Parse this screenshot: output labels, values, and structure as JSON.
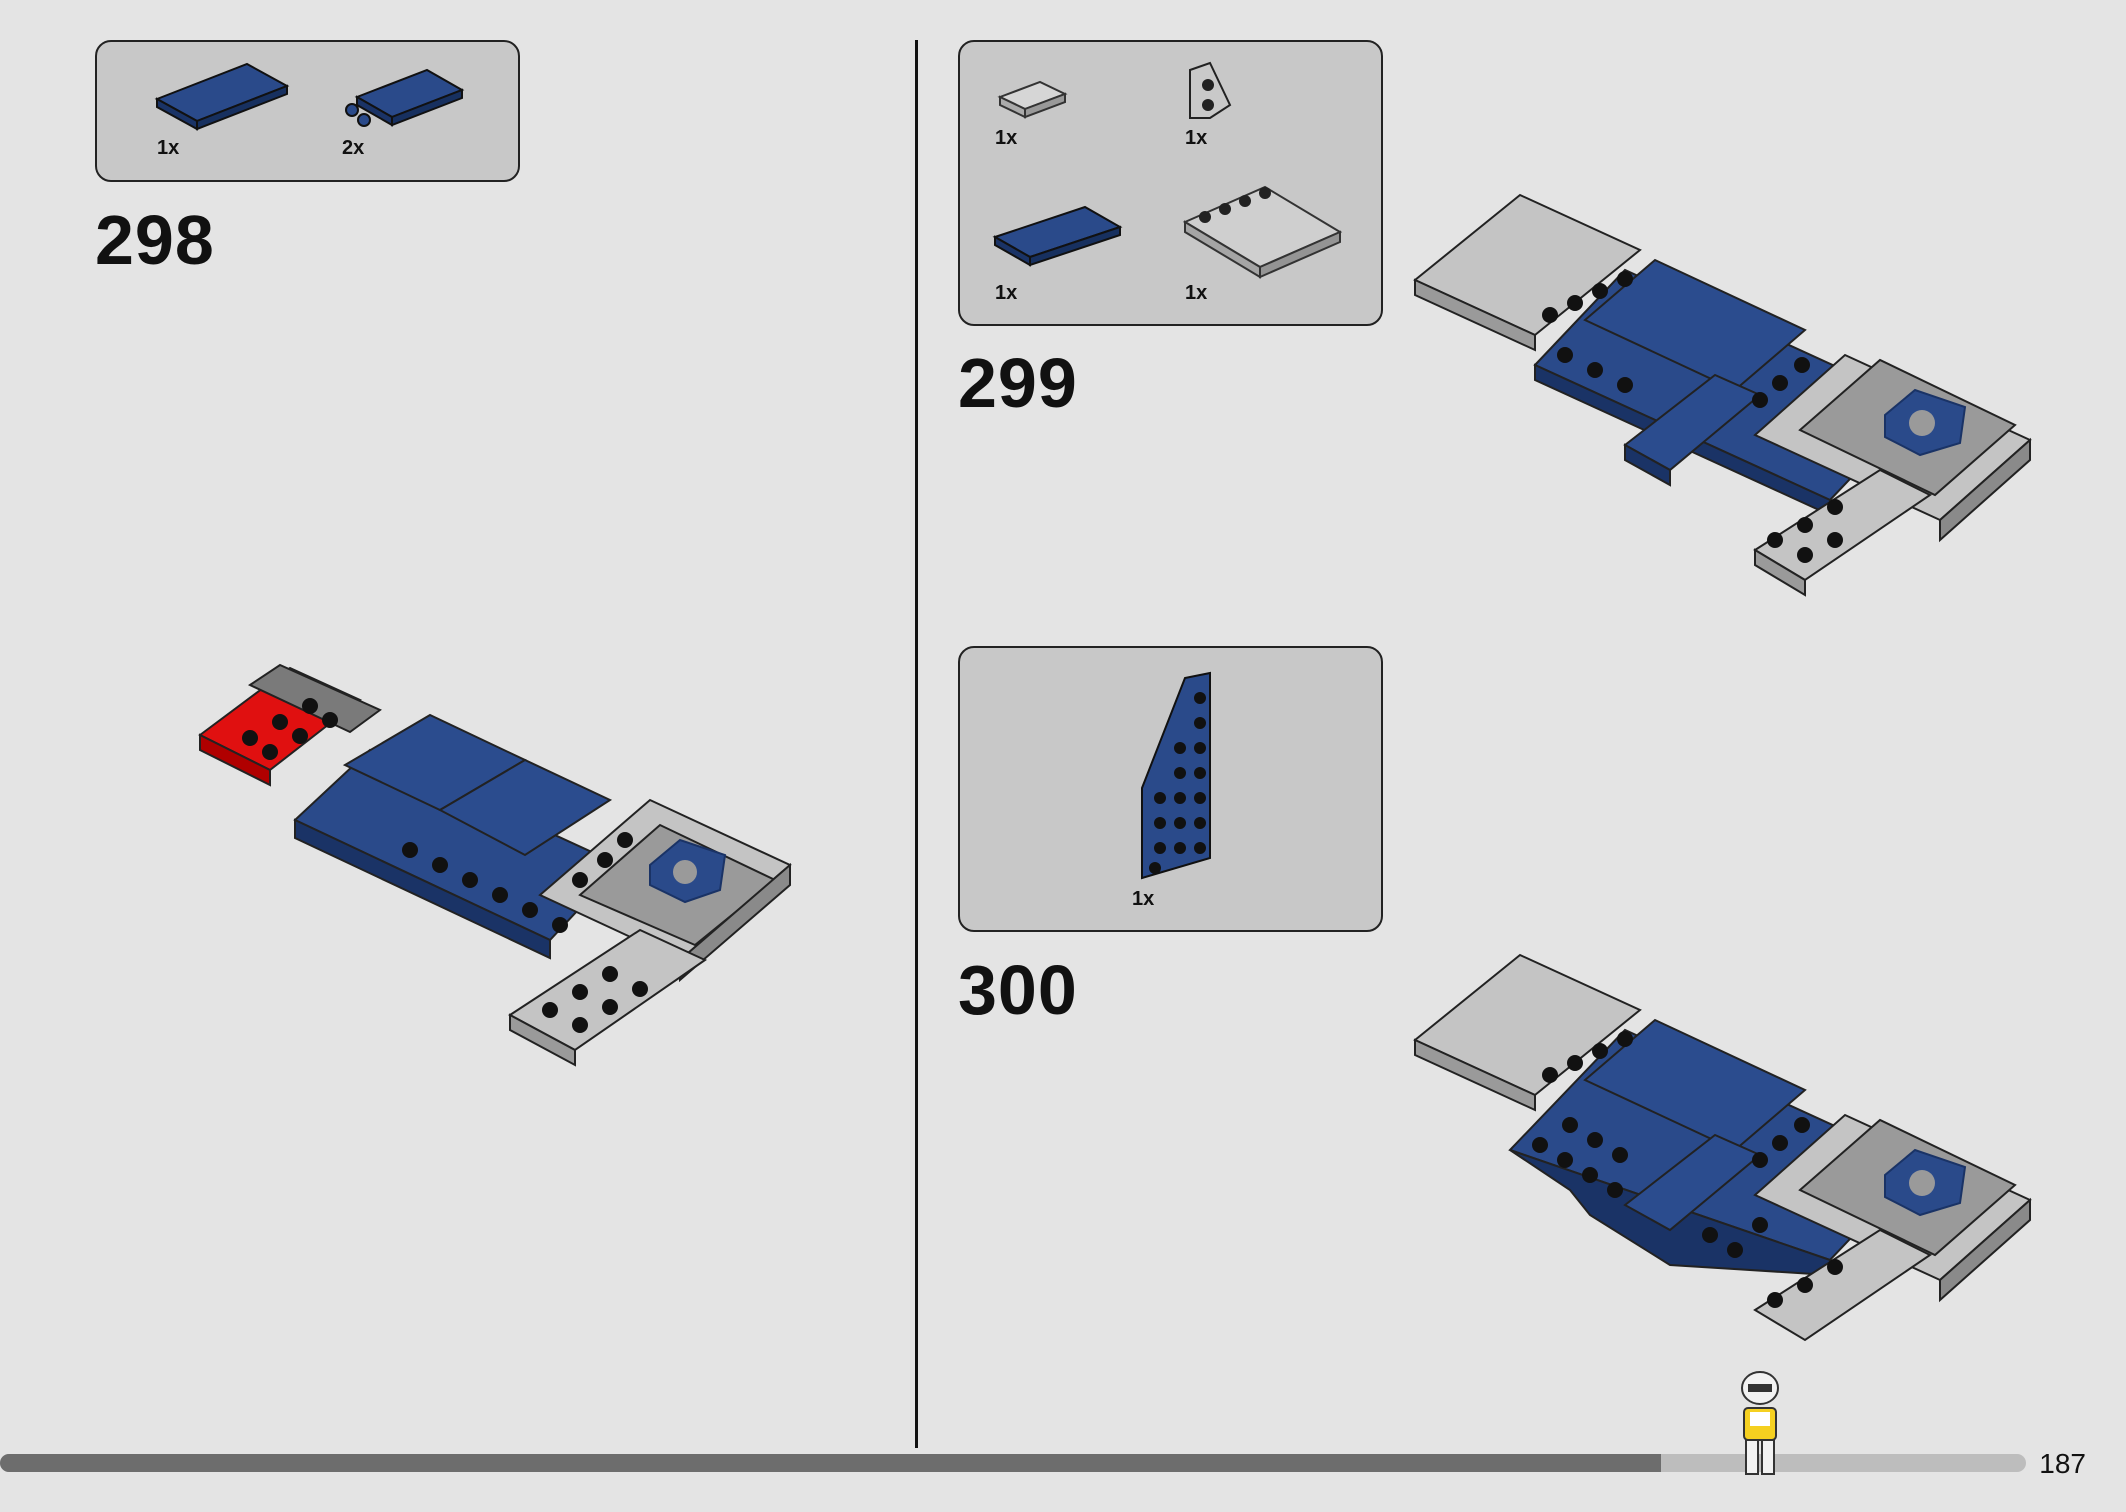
{
  "steps": [
    {
      "number": "298",
      "parts": [
        {
          "qty": "1x",
          "icon": "blue-tile-2x4-icon"
        },
        {
          "qty": "2x",
          "icon": "blue-clip-plate-icon"
        }
      ]
    },
    {
      "number": "299",
      "parts": [
        {
          "qty": "1x",
          "icon": "grey-tile-1x2-icon"
        },
        {
          "qty": "1x",
          "icon": "grey-wedge-bracket-icon"
        },
        {
          "qty": "1x",
          "icon": "blue-tile-2x4-icon"
        },
        {
          "qty": "1x",
          "icon": "grey-plate-studs-icon"
        }
      ]
    },
    {
      "number": "300",
      "parts": [
        {
          "qty": "1x",
          "icon": "blue-wedge-plate-icon"
        }
      ]
    }
  ],
  "page": {
    "number": "187",
    "progress": 0.82
  },
  "colors": {
    "background": "#e4e4e4",
    "parts_box": "#c8c8c8",
    "blue": "#1f3d7a",
    "light_grey": "#bdbdbd",
    "red": "#e01010",
    "progress_dark": "#6d6d6d"
  }
}
